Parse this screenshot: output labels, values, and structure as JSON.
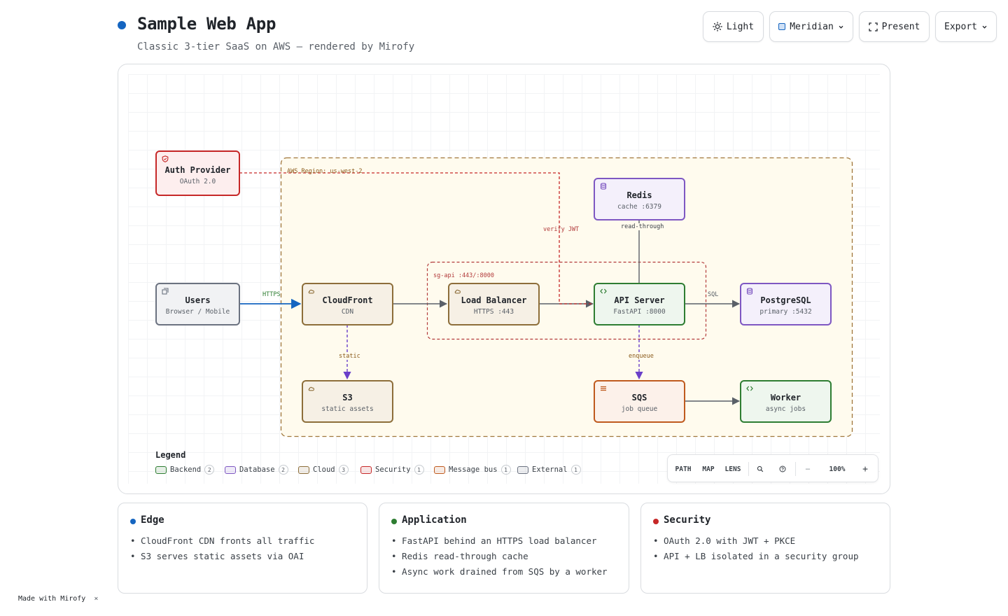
{
  "header": {
    "title": "Sample Web App",
    "subtitle": "Classic 3-tier SaaS on AWS — rendered by Mirofy",
    "accent": "#1565c0"
  },
  "toolbar": {
    "theme_label": "Light",
    "style_label": "Meridian",
    "present_label": "Present",
    "export_label": "Export"
  },
  "diagram": {
    "groups": {
      "region": "AWS Region: us-west-2",
      "security_group": "sg-api :443/:8000"
    },
    "nodes": {
      "auth": {
        "title": "Auth Provider",
        "subtitle": "OAuth 2.0",
        "icon": "shield-icon"
      },
      "users": {
        "title": "Users",
        "subtitle": "Browser / Mobile",
        "icon": "window-icon"
      },
      "cloudfront": {
        "title": "CloudFront",
        "subtitle": "CDN",
        "icon": "cloud-icon"
      },
      "lb": {
        "title": "Load Balancer",
        "subtitle": "HTTPS :443",
        "icon": "cloud-icon"
      },
      "api": {
        "title": "API Server",
        "subtitle": "FastAPI :8000",
        "icon": "code-icon"
      },
      "postgres": {
        "title": "PostgreSQL",
        "subtitle": "primary :5432",
        "icon": "database-icon"
      },
      "redis": {
        "title": "Redis",
        "subtitle": "cache :6379",
        "icon": "database-icon"
      },
      "s3": {
        "title": "S3",
        "subtitle": "static assets",
        "icon": "cloud-icon"
      },
      "sqs": {
        "title": "SQS",
        "subtitle": "job queue",
        "icon": "queue-icon"
      },
      "worker": {
        "title": "Worker",
        "subtitle": "async jobs",
        "icon": "code-icon"
      }
    },
    "edges": {
      "https": "HTTPS",
      "verify_jwt": "verify JWT",
      "read_through": "read-through",
      "sql": "SQL",
      "static": "static",
      "enqueue": "enqueue"
    }
  },
  "legend": {
    "title": "Legend",
    "items": [
      {
        "label": "Backend",
        "count": "2",
        "color": "#2e7d32"
      },
      {
        "label": "Database",
        "count": "2",
        "color": "#7e57c2"
      },
      {
        "label": "Cloud",
        "count": "3",
        "color": "#8d6e3a"
      },
      {
        "label": "Security",
        "count": "1",
        "color": "#c62828"
      },
      {
        "label": "Message bus",
        "count": "1",
        "color": "#bf5a1e"
      },
      {
        "label": "External",
        "count": "1",
        "color": "#6b7280"
      }
    ]
  },
  "controls": {
    "path": "PATH",
    "map": "MAP",
    "lens": "LENS",
    "zoom": "100%",
    "minus": "−",
    "plus": "+"
  },
  "cards": [
    {
      "title": "Edge",
      "color": "#1565c0",
      "bullets": [
        "• CloudFront CDN fronts all traffic",
        "• S3 serves static assets via OAI"
      ]
    },
    {
      "title": "Application",
      "color": "#2e7d32",
      "bullets": [
        "• FastAPI behind an HTTPS load balancer",
        "• Redis read-through cache",
        "• Async work drained from SQS by a worker"
      ]
    },
    {
      "title": "Security",
      "color": "#c62828",
      "bullets": [
        "• OAuth 2.0 with JWT + PKCE",
        "• API + LB isolated in a security group"
      ]
    }
  ],
  "footer": {
    "label": "Made with Mirofy",
    "close": "×"
  }
}
